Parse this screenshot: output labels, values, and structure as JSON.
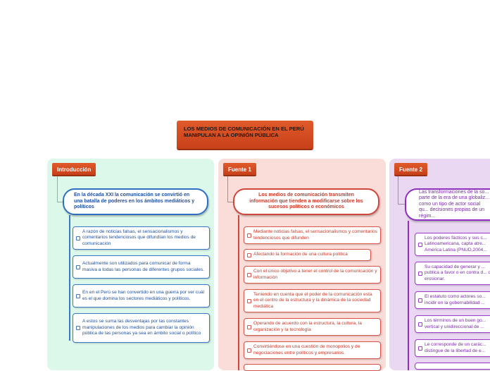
{
  "title": "LOS MEDIOS DE COMUNICACIÓN EN EL PERÚ MANIPULAN A LA OPINIÓN PÚBLICA",
  "sections": [
    {
      "tag": "Introducción",
      "main": "En la década XXI la comunicación se convirtió en una batalla de poderes en los ámbitos mediáticos y políticos",
      "items": [
        "A razón de noticias falsas, el sensacionalismos y comentarios tendenciosos que difundían los medios de comunicación",
        "Actualmente son utilizados para comunicar de forma masiva a todas las personas de diferentes grupos sociales.",
        "En en el Perú se han convertido en una guerra por ver cuál es el que domina los sectores mediáticos y políticos.",
        "A estos se suma las desventajas por las constantes manipulaciones de los medios para cambiar la opinión pública de las personas ya sea en ámbito social o político"
      ]
    },
    {
      "tag": "Fuente 1",
      "main": "Los medios de comunicación transmiten información que tienden a modificarse sobre los sucesos políticos o económicos",
      "items": [
        "Mediante noticias falsas, el sensacionalismos y comentarios tendenciosos que difunden",
        "Afectando la formación de una cultura política",
        "Con el único objetivo a tener el control de la comunicación y información",
        "Teniendo en cuenta que el poder de la comunicación esta en el centro de la estructura y la dinámica de la sociedad mediática",
        "Operando de acuerdo con la estructura, la cultura, la organización y la tecnología",
        "Convirtiéndose en una cuestión de monopolios y de negociaciones entre políticos y empresarios."
      ]
    },
    {
      "tag": "Fuente 2",
      "main": "Las transformaciones de la so... parte de la era de una globaliz... como un tipo de actor social qu... decisiones propias de un régim...",
      "items": [
        "Los poderes fácticos y sus c... Latinoamericana, capta atre... América Latina (PNUD,2004...",
        "Su capacidad de generar y ... publica a favor o en contra d... de erosionar.",
        "El estatuto como actores so... incidir en la gobernabilidad ...",
        "Los términos de un buen go... vertical y unidireccional de ...",
        "Le corresponde de un carác... distingue de la libertad de e..."
      ]
    }
  ]
}
